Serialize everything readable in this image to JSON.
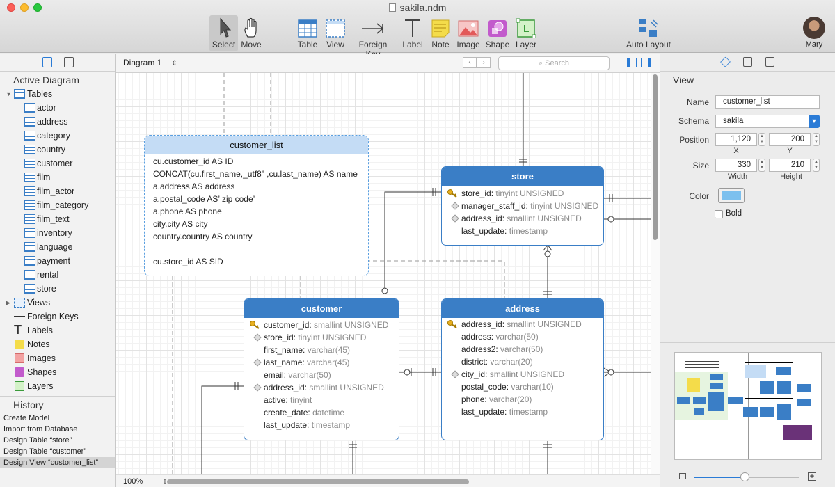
{
  "window": {
    "title": "sakila.ndm"
  },
  "toolbar": {
    "items": [
      {
        "label": "Select",
        "icon": "cursor-icon"
      },
      {
        "label": "Move",
        "icon": "hand-icon"
      },
      {
        "label": "Table",
        "icon": "table-icon"
      },
      {
        "label": "View",
        "icon": "view-icon"
      },
      {
        "label": "Foreign Key",
        "icon": "foreign-key-icon"
      },
      {
        "label": "Label",
        "icon": "label-icon"
      },
      {
        "label": "Note",
        "icon": "note-icon"
      },
      {
        "label": "Image",
        "icon": "image-icon"
      },
      {
        "label": "Shape",
        "icon": "shape-icon"
      },
      {
        "label": "Layer",
        "icon": "layer-icon"
      },
      {
        "label": "Auto Layout",
        "icon": "auto-layout-icon"
      }
    ],
    "user": "Mary"
  },
  "sidebar": {
    "active_heading": "Active Diagram",
    "tables_label": "Tables",
    "tables": [
      "actor",
      "address",
      "category",
      "country",
      "customer",
      "film",
      "film_actor",
      "film_category",
      "film_text",
      "inventory",
      "language",
      "payment",
      "rental",
      "store"
    ],
    "other_nodes": [
      "Views",
      "Foreign Keys",
      "Labels",
      "Notes",
      "Images",
      "Shapes",
      "Layers"
    ],
    "history_heading": "History",
    "history": [
      "Create Model",
      "Import from Database",
      "Design Table “store”",
      "Design Table “customer”",
      "Design View “customer_list”"
    ]
  },
  "canvas": {
    "diagram_name": "Diagram 1",
    "search_placeholder": "Search",
    "zoom": "100%"
  },
  "entities": {
    "customer_list": {
      "title": "customer_list",
      "lines": [
        "cu.customer_id AS ID",
        "CONCAT(cu.first_name,_utf8” ,cu.last_name) AS name",
        "a.address AS address",
        "a.postal_code AS’ zip code’",
        "a.phone AS phone",
        "city.city AS city",
        "country.country AS country",
        "",
        "cu.store_id AS SID"
      ]
    },
    "store": {
      "title": "store",
      "fields": [
        {
          "name": "store_id:",
          "type": "tinyint UNSIGNED",
          "marker": "key"
        },
        {
          "name": "manager_staff_id:",
          "type": "tinyint UNSIGNED",
          "marker": "fk"
        },
        {
          "name": "address_id:",
          "type": "smallint UNSIGNED",
          "marker": "fk"
        },
        {
          "name": "last_update:",
          "type": "timestamp",
          "marker": "none"
        }
      ]
    },
    "customer": {
      "title": "customer",
      "fields": [
        {
          "name": "customer_id:",
          "type": "smallint UNSIGNED",
          "marker": "key"
        },
        {
          "name": "store_id:",
          "type": "tinyint UNSIGNED",
          "marker": "fk"
        },
        {
          "name": "first_name:",
          "type": "varchar(45)",
          "marker": "none"
        },
        {
          "name": "last_name:",
          "type": "varchar(45)",
          "marker": "fk"
        },
        {
          "name": "email:",
          "type": "varchar(50)",
          "marker": "none"
        },
        {
          "name": "address_id:",
          "type": "smallint UNSIGNED",
          "marker": "fk"
        },
        {
          "name": "active:",
          "type": "tinyint",
          "marker": "none"
        },
        {
          "name": "create_date:",
          "type": "datetime",
          "marker": "none"
        },
        {
          "name": "last_update:",
          "type": "timestamp",
          "marker": "none"
        }
      ]
    },
    "address": {
      "title": "address",
      "fields": [
        {
          "name": "address_id:",
          "type": "smallint UNSIGNED",
          "marker": "key"
        },
        {
          "name": "address:",
          "type": "varchar(50)",
          "marker": "none"
        },
        {
          "name": "address2:",
          "type": "varchar(50)",
          "marker": "none"
        },
        {
          "name": "district:",
          "type": "varchar(20)",
          "marker": "none"
        },
        {
          "name": "city_id:",
          "type": "smallint UNSIGNED",
          "marker": "fk"
        },
        {
          "name": "postal_code:",
          "type": "varchar(10)",
          "marker": "none"
        },
        {
          "name": "phone:",
          "type": "varchar(20)",
          "marker": "none"
        },
        {
          "name": "last_update:",
          "type": "timestamp",
          "marker": "none"
        }
      ]
    }
  },
  "inspector": {
    "heading": "View",
    "name_label": "Name",
    "name_value": "customer_list",
    "schema_label": "Schema",
    "schema_value": "sakila",
    "position_label": "Position",
    "pos_x": "1,120",
    "pos_y": "200",
    "x_label": "X",
    "y_label": "Y",
    "size_label": "Size",
    "width": "330",
    "height": "210",
    "width_label": "Width",
    "height_label": "Height",
    "color_label": "Color",
    "color_value": "#7cc0ee",
    "bold_label": "Bold",
    "bold_checked": false
  },
  "colors": {
    "accent": "#3a7ec6",
    "view_header": "#c4dcf5",
    "note": "#f4dc4a"
  }
}
